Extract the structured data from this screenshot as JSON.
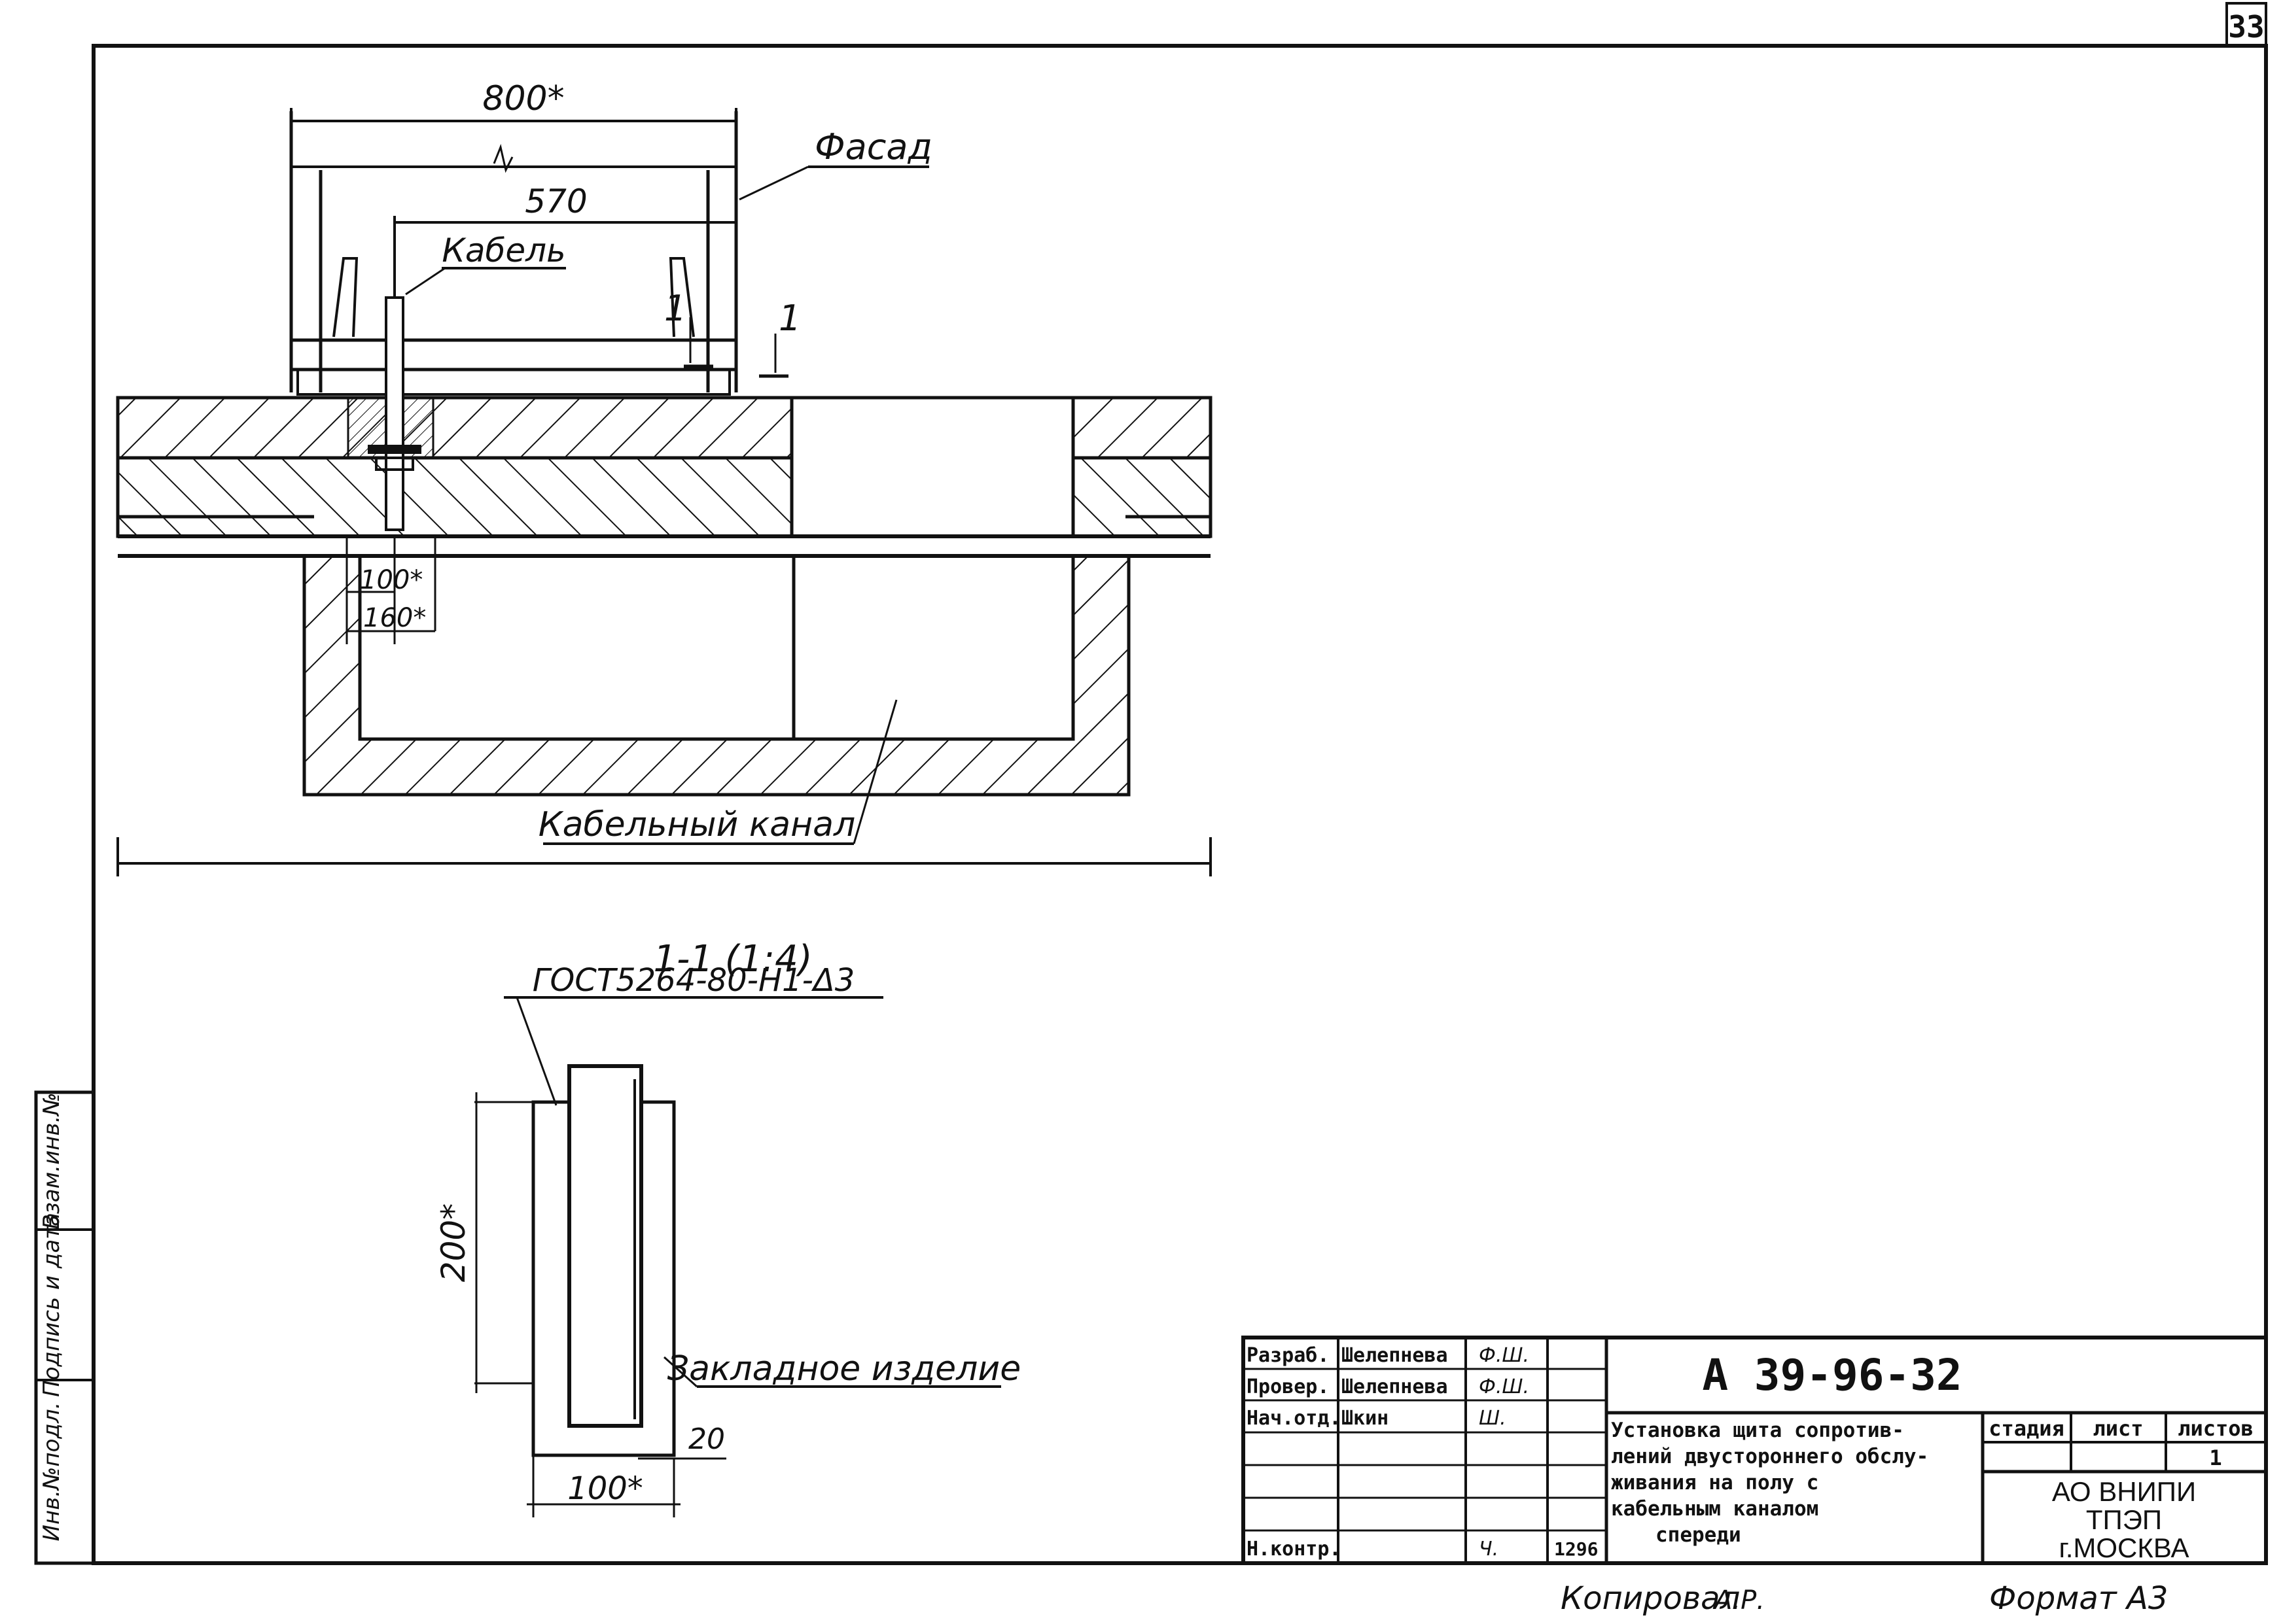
{
  "sheet_number": "33",
  "plan": {
    "dim_width": "800*",
    "dim_inner": "570",
    "label_facade": "Фасад",
    "label_cable": "Кабель",
    "section_mark_a": "1",
    "section_mark_b": "1",
    "dim_100": "100*",
    "dim_160": "160*",
    "label_channel": "Кабельный канал"
  },
  "section": {
    "title": "1-1 (1:4)",
    "standard": "ГОСТ5264-80-Н1-Δ3",
    "dim_200": "200*",
    "label_embedded": "Закладное изделие",
    "dim_20": "20",
    "dim_100": "100*"
  },
  "side_stamp": {
    "cells": [
      "Инв.№подл.",
      "Подпись и дата",
      "Взам.инв.№"
    ]
  },
  "title_block": {
    "rows": [
      {
        "role": "Разраб.",
        "name": "Шелепнева",
        "sign": "Ф.Ш."
      },
      {
        "role": "Провер.",
        "name": "Шелепнева",
        "sign": "Ф.Ш."
      },
      {
        "role": "Нач.отд.",
        "name": "Шкин",
        "sign": "Ш."
      },
      {
        "role": "",
        "name": "",
        "sign": ""
      },
      {
        "role": "",
        "name": "",
        "sign": ""
      },
      {
        "role": "",
        "name": "",
        "sign": ""
      },
      {
        "role": "Н.контр.",
        "name": "",
        "sign": "Ч."
      }
    ],
    "date": "1296",
    "doc_code": "А 39-96-32",
    "description_lines": [
      "Установка щита сопротив-",
      "лений двустороннего обслу-",
      "живания на полу с",
      "кабельным каналом",
      "спереди"
    ],
    "stage_header": "стадия",
    "sheet_header": "лист",
    "sheets_header": "листов",
    "sheets_value": "1",
    "org_lines": [
      "АО ВНИПИ",
      "ТПЭП",
      "г.МОСКВА"
    ]
  },
  "footer": {
    "copied": "Копировал",
    "copied_sign": "А.Р.",
    "format": "Формат А3"
  }
}
